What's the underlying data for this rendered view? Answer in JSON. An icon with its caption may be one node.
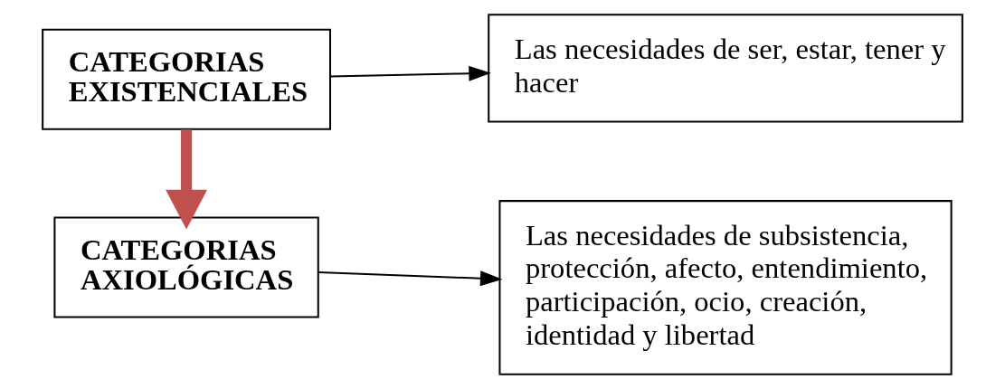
{
  "diagram": {
    "nodes": [
      {
        "text": [
          "CATEGORIAS EXISTENCIALES"
        ]
      },
      {
        "text": [
          "Las necesidades de ser, estar, tener y hacer"
        ]
      },
      {
        "text": [
          "CATEGORIAS AXIOLÓGICAS"
        ]
      },
      {
        "text": [
          "Las necesidades de subsistencia, protección, afecto, entendimiento, participación, ocio, creación, identidad y libertad"
        ]
      }
    ],
    "edges": [
      {
        "from": 0,
        "to": 1,
        "arrow": "to"
      },
      {
        "from": 0,
        "to": 2,
        "arrow": "to",
        "style": "thick",
        "color": "#c0504d"
      },
      {
        "from": 2,
        "to": 3,
        "arrow": "to"
      }
    ]
  }
}
